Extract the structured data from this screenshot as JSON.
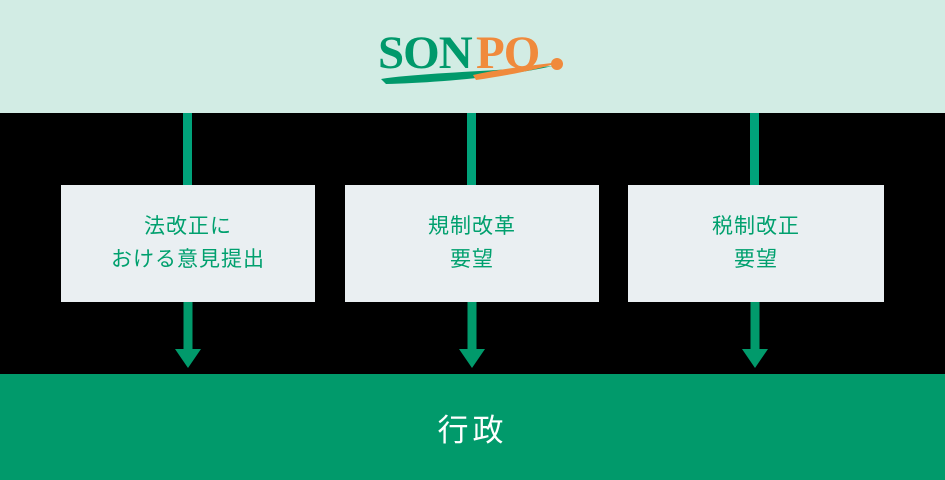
{
  "header": {
    "background_color": "#d2ece4",
    "logo": {
      "name": "sonpo-logo",
      "text": "SONPO.",
      "part_green": "SON",
      "part_orange": "PO",
      "dot": ".",
      "green_color": "#00996b",
      "orange_color": "#f08a3c"
    }
  },
  "canvas": {
    "background_color": "#000000"
  },
  "connectors": {
    "color": "#00a27a",
    "items": [
      {
        "name": "connector-to-box-1"
      },
      {
        "name": "connector-to-box-2"
      },
      {
        "name": "connector-to-box-3"
      }
    ]
  },
  "boxes": [
    {
      "name": "box-legal-revision-opinion",
      "lines": [
        "法改正に",
        "おける意見提出"
      ],
      "background_color": "#eaeff2",
      "text_color": "#00a06e"
    },
    {
      "name": "box-regulatory-reform-request",
      "lines": [
        "規制改革",
        "要望"
      ],
      "background_color": "#eaeff2",
      "text_color": "#00a06e"
    },
    {
      "name": "box-tax-reform-request",
      "lines": [
        "税制改正",
        "要望"
      ],
      "background_color": "#eaeff2",
      "text_color": "#00a06e"
    }
  ],
  "arrows": {
    "color": "#019a6b",
    "items": [
      {
        "name": "arrow-box-1-to-government"
      },
      {
        "name": "arrow-box-2-to-government"
      },
      {
        "name": "arrow-box-3-to-government"
      }
    ]
  },
  "banner": {
    "label": "行政",
    "background_color": "#019a6b",
    "text_color": "#ffffff"
  }
}
